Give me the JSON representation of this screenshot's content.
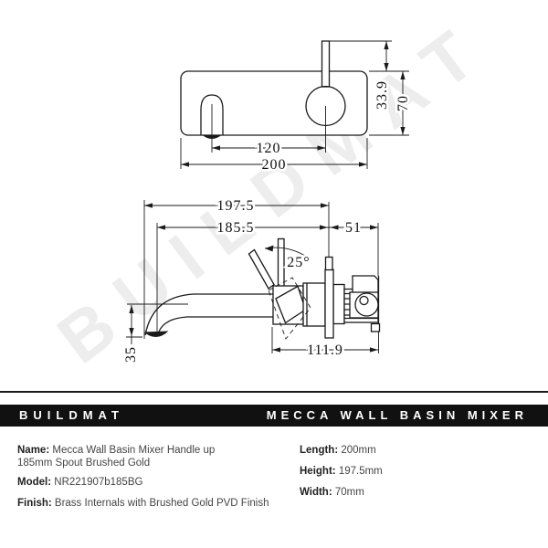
{
  "watermark_text": "BUILDMAT",
  "title_bar": {
    "brand": "BUILDMAT",
    "product_title": "MECCA WALL BASIN MIXER"
  },
  "specs": {
    "name_label": "Name:",
    "name_line1": "Mecca Wall Basin Mixer Handle up",
    "name_line2": "185mm Spout Brushed Gold",
    "model_label": "Model:",
    "model_value": "NR221907b185BG",
    "finish_label": "Finish:",
    "finish_value": "Brass Internals with Brushed Gold PVD Finish",
    "length_label": "Length:",
    "length_value": "200mm",
    "height_label": "Height:",
    "height_value": "197.5mm",
    "width_label": "Width:",
    "width_value": "70mm"
  },
  "drawing": {
    "front_view_dims": {
      "spout_to_handle_mm": "120",
      "plate_length_mm": "200",
      "handle_height_mm": "33.9",
      "plate_height_mm": "70"
    },
    "side_view_dims": {
      "overall_depth_mm": "197.5",
      "spout_reach_mm": "185.5",
      "inwall_depth_mm": "51",
      "handle_angle": "25°",
      "body_depth_mm": "111.9",
      "spout_drop_mm": "35"
    }
  },
  "colors": {
    "bar_bg": "#111111",
    "bar_text": "#ffffff",
    "line": "#1a1a1a",
    "watermark": "#ededed"
  }
}
